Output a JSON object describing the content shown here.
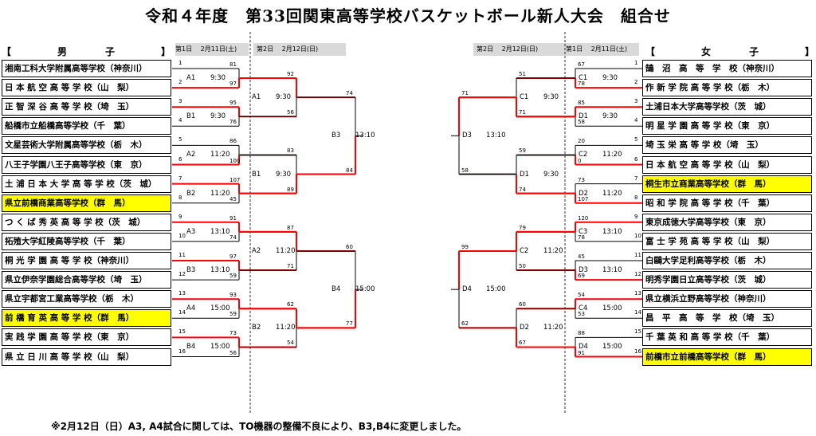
{
  "title": "令和４年度　第33回関東高等学校バスケットボール新人大会　組合せ",
  "header": {
    "men_bracket_open": "【",
    "men_label_a": "男",
    "men_label_b": "子",
    "men_bracket_close": "】",
    "women_bracket_open": "【",
    "women_label_a": "女",
    "women_label_b": "子",
    "women_bracket_close": "】",
    "day1_left": "第1日　 2月11日(土)",
    "day2_left": "第2日　 2月12日(日)",
    "day2_right": "第2日　 2月12日(日)",
    "day1_right": "第1日　 2月11日(土)"
  },
  "men_teams": [
    {
      "num": "1",
      "name": "湘南工科大学附属高等学校（神奈川）",
      "highlight": false
    },
    {
      "num": "2",
      "name": "日 本 航 空 高 等 学 校（山　梨）",
      "highlight": false
    },
    {
      "num": "3",
      "name": "正 智 深 谷 高 等 学 校（埼　玉）",
      "highlight": false
    },
    {
      "num": "4",
      "name": "船橋市立船橋高等学校（千　葉）",
      "highlight": false
    },
    {
      "num": "5",
      "name": "文星芸術大学附属高等学校（栃　木）",
      "highlight": false
    },
    {
      "num": "6",
      "name": "八王子学園八王子高等学校（東　京）",
      "highlight": false
    },
    {
      "num": "7",
      "name": "土 浦 日 本 大 学 高 等 学 校（茨　城）",
      "highlight": false
    },
    {
      "num": "8",
      "name": "県立前橋商業高等学校（群　馬）",
      "highlight": true
    },
    {
      "num": "9",
      "name": "つ く ば 秀 英 高 等 学 校（茨　城）",
      "highlight": false
    },
    {
      "num": "10",
      "name": "拓殖大学紅陵高等学校（千　葉）",
      "highlight": false
    },
    {
      "num": "11",
      "name": "桐 光 学 園 高 等 学 校（神奈川）",
      "highlight": false
    },
    {
      "num": "12",
      "name": "県立伊奈学園総合高等学校（埼　玉）",
      "highlight": false
    },
    {
      "num": "13",
      "name": "県立宇都宮工業高等学校（栃　木）",
      "highlight": false
    },
    {
      "num": "14",
      "name": "前 橋 育 英 高 等 学 校（群　馬）",
      "highlight": true
    },
    {
      "num": "15",
      "name": "実 践 学 園 高 等 学 校（東　京）",
      "highlight": false
    },
    {
      "num": "16",
      "name": "県 立 日 川 高 等 学 校（山　梨）",
      "highlight": false
    }
  ],
  "women_teams": [
    {
      "num": "1",
      "name": "鵠　沼　高　等　学　校（神奈川）",
      "highlight": false
    },
    {
      "num": "2",
      "name": "作 新 学 院 高 等 学 校（栃　木）",
      "highlight": false
    },
    {
      "num": "3",
      "name": "土浦日本大学高等学校（茨　城）",
      "highlight": false
    },
    {
      "num": "4",
      "name": "明 星 学 園 高 等 学 校（東　京）",
      "highlight": false
    },
    {
      "num": "5",
      "name": "埼 玉 栄 高 等 学 校（埼　玉）",
      "highlight": false
    },
    {
      "num": "6",
      "name": "日 本 航 空 高 等 学 校（山　梨）",
      "highlight": false
    },
    {
      "num": "7",
      "name": "桐生市立商業高等学校（群　馬）",
      "highlight": true
    },
    {
      "num": "8",
      "name": "昭 和 学 院 高 等 学 校（千　葉）",
      "highlight": false
    },
    {
      "num": "9",
      "name": "東京成徳大学高等学校（東　京）",
      "highlight": false
    },
    {
      "num": "10",
      "name": "富 士 学 苑 高 等 学 校（山　梨）",
      "highlight": false
    },
    {
      "num": "11",
      "name": "白鷗大学足利高等学校（栃　木）",
      "highlight": false
    },
    {
      "num": "12",
      "name": "明秀学園日立高等学校（茨　城）",
      "highlight": false
    },
    {
      "num": "13",
      "name": "県立横浜立野高等学校（神奈川）",
      "highlight": false
    },
    {
      "num": "14",
      "name": "昌　平　高　等　学　校（埼　玉）",
      "highlight": false
    },
    {
      "num": "15",
      "name": "千 葉 英 和 高 等 学 校（千　葉）",
      "highlight": false
    },
    {
      "num": "16",
      "name": "前橋市立前橋高等学校（群　馬）",
      "highlight": true
    }
  ],
  "men_r1": [
    {
      "label": "A1",
      "time": "9:30",
      "top": "81",
      "bottom": "97",
      "winner": "bottom"
    },
    {
      "label": "B1",
      "time": "9:30",
      "top": "95",
      "bottom": "76",
      "winner": "top"
    },
    {
      "label": "A2",
      "time": "11:20",
      "top": "86",
      "bottom": "100",
      "winner": "bottom"
    },
    {
      "label": "B2",
      "time": "11:20",
      "top": "107",
      "bottom": "45",
      "winner": "top"
    },
    {
      "label": "A3",
      "time": "13:10",
      "top": "91",
      "bottom": "74",
      "winner": "top"
    },
    {
      "label": "B3",
      "time": "13:10",
      "top": "97",
      "bottom": "59",
      "winner": "top"
    },
    {
      "label": "A4",
      "time": "15:00",
      "top": "93",
      "bottom": "59",
      "winner": "top"
    },
    {
      "label": "B4",
      "time": "15:00",
      "top": "73",
      "bottom": "56",
      "winner": "top"
    }
  ],
  "men_r2": [
    {
      "label": "A1",
      "time": "9:30",
      "top": "92",
      "bottom": "56",
      "winner": "top"
    },
    {
      "label": "B1",
      "time": "9:30",
      "top": "83",
      "bottom": "89",
      "winner": "bottom"
    },
    {
      "label": "A2",
      "time": "11:20",
      "top": "87",
      "bottom": "71",
      "winner": "top"
    },
    {
      "label": "B2",
      "time": "11:20",
      "top": "62",
      "bottom": "54",
      "winner": "top"
    }
  ],
  "men_r3": [
    {
      "label": "B3",
      "time": "13:10",
      "top": "74",
      "bottom": "84",
      "winner": "bottom"
    },
    {
      "label": "B4",
      "time": "15:00",
      "top": "60",
      "bottom": "77",
      "winner": "bottom"
    }
  ],
  "women_r1": [
    {
      "label": "C1",
      "time": "9:30",
      "top": "67",
      "bottom": "78",
      "winner": "bottom"
    },
    {
      "label": "D1",
      "time": "9:30",
      "top": "85",
      "bottom": "58",
      "winner": "top"
    },
    {
      "label": "C2",
      "time": "11:20",
      "top": "20",
      "bottom": "0",
      "winner": "bottom"
    },
    {
      "label": "D2",
      "time": "11:20",
      "top": "73",
      "bottom": "107",
      "winner": "bottom"
    },
    {
      "label": "C3",
      "time": "13:10",
      "top": "120",
      "bottom": "78",
      "winner": "top"
    },
    {
      "label": "D3",
      "time": "13:10",
      "top": "45",
      "bottom": "69",
      "winner": "bottom"
    },
    {
      "label": "C4",
      "time": "15:00",
      "top": "54",
      "bottom": "53",
      "winner": "top"
    },
    {
      "label": "D4",
      "time": "15:00",
      "top": "88",
      "bottom": "91",
      "winner": "bottom"
    }
  ],
  "women_r2": [
    {
      "label": "C1",
      "time": "9:30",
      "top": "51",
      "bottom": "71",
      "winner": "bottom"
    },
    {
      "label": "D1",
      "time": "9:30",
      "top": "59",
      "bottom": "74",
      "winner": "bottom"
    },
    {
      "label": "C2",
      "time": "11:20",
      "top": "79",
      "bottom": "50",
      "winner": "top"
    },
    {
      "label": "D2",
      "time": "11:20",
      "top": "60",
      "bottom": "67",
      "winner": "bottom"
    }
  ],
  "women_r3": [
    {
      "label": "D3",
      "time": "13:10",
      "top": "71",
      "bottom": "58",
      "winner": "top"
    },
    {
      "label": "D4",
      "time": "15:00",
      "top": "99",
      "bottom": "62",
      "winner": "top"
    }
  ],
  "note": "※2月12日（日）A3, A4試合に関しては、TO機器の整備不良により、B3,B4に変更しました。",
  "colors": {
    "win_line": "#ff0000",
    "line": "#000000",
    "highlight": "#ffff00",
    "header_bg": "#d9d9d9"
  }
}
